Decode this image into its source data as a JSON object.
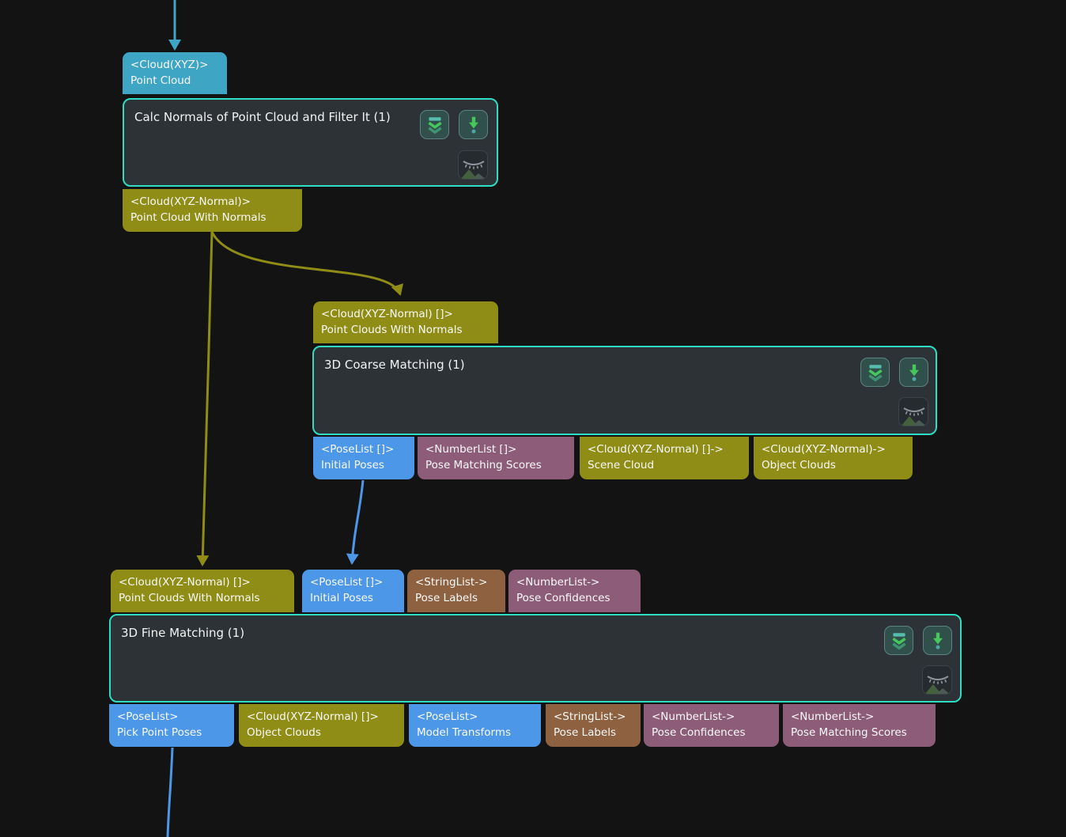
{
  "colors": {
    "background": "#131313",
    "node_fill": "#2D3237",
    "node_border": "#2EDDC4",
    "port_cloud_xyz": "#3FA5C5",
    "port_cloud_normal": "#8F8D15",
    "port_poselist": "#4D97E8",
    "port_numberlist": "#8D5C78",
    "port_stringlist": "#8E6140",
    "edge_cyan": "#3FA5C5",
    "edge_olive": "#8F8D15",
    "edge_blue": "#4D97E8",
    "icon_green": "#45C75A",
    "icon_teal": "#56BDAE"
  },
  "icons": {
    "toolbar": [
      "collapse-chevron-down-icon",
      "run-step-arrow-icon",
      "image-preview-hidden-icon"
    ]
  },
  "nodes": [
    {
      "title": "Calc Normals of Point Cloud and Filter It (1)",
      "inputs": [
        {
          "type": "<Cloud(XYZ)>",
          "label": "Point Cloud"
        }
      ],
      "outputs": [
        {
          "type": "<Cloud(XYZ-Normal)>",
          "label": "Point Cloud With Normals"
        }
      ]
    },
    {
      "title": "3D Coarse Matching (1)",
      "inputs": [
        {
          "type": "<Cloud(XYZ-Normal) []>",
          "label": "Point Clouds With Normals"
        }
      ],
      "outputs": [
        {
          "type": "<PoseList []>",
          "label": "Initial Poses"
        },
        {
          "type": "<NumberList []>",
          "label": "Pose Matching Scores"
        },
        {
          "type": "<Cloud(XYZ-Normal) []->",
          "label": "Scene Cloud"
        },
        {
          "type": "<Cloud(XYZ-Normal)->",
          "label": "Object Clouds"
        }
      ]
    },
    {
      "title": "3D Fine Matching (1)",
      "inputs": [
        {
          "type": "<Cloud(XYZ-Normal) []>",
          "label": "Point Clouds With Normals"
        },
        {
          "type": "<PoseList []>",
          "label": "Initial Poses"
        },
        {
          "type": "<StringList->",
          "label": "Pose Labels"
        },
        {
          "type": "<NumberList->",
          "label": "Pose Confidences"
        }
      ],
      "outputs": [
        {
          "type": "<PoseList>",
          "label": "Pick Point Poses"
        },
        {
          "type": "<Cloud(XYZ-Normal) []>",
          "label": "Object Clouds"
        },
        {
          "type": "<PoseList>",
          "label": "Model Transforms"
        },
        {
          "type": "<StringList->",
          "label": "Pose Labels"
        },
        {
          "type": "<NumberList->",
          "label": "Pose Confidences"
        },
        {
          "type": "<NumberList->",
          "label": "Pose Matching Scores"
        }
      ]
    }
  ],
  "edges": [
    {
      "from": "offscreen-top",
      "to": "Calc Normals / Point Cloud",
      "color": "cyan"
    },
    {
      "from": "Calc Normals / Point Cloud With Normals",
      "to": "3D Coarse Matching / Point Clouds With Normals",
      "color": "olive"
    },
    {
      "from": "Calc Normals / Point Cloud With Normals",
      "to": "3D Fine Matching / Point Clouds With Normals",
      "color": "olive"
    },
    {
      "from": "3D Coarse Matching / Initial Poses",
      "to": "3D Fine Matching / Initial Poses",
      "color": "blue"
    },
    {
      "from": "3D Fine Matching / Pick Point Poses",
      "to": "offscreen-bottom",
      "color": "blue"
    }
  ]
}
